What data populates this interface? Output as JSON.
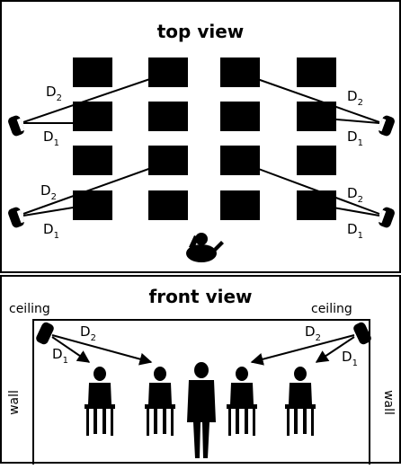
{
  "panels": {
    "top_view": {
      "title": "top view",
      "labels": {
        "d": "D",
        "sub_1": "1",
        "sub_2": "2"
      }
    },
    "front_view": {
      "title": "front view",
      "ceiling_left": "ceiling",
      "ceiling_right": "ceiling",
      "wall_left": "wall",
      "wall_right": "wall",
      "labels": {
        "d": "D",
        "sub_1": "1",
        "sub_2": "2"
      }
    }
  },
  "colors": {
    "ink": "#000000",
    "paper": "#ffffff"
  },
  "icons": [
    "speaker-icon",
    "desk-icon",
    "person-icon",
    "seated-person-icon",
    "teacher-icon",
    "arrow-icon"
  ]
}
